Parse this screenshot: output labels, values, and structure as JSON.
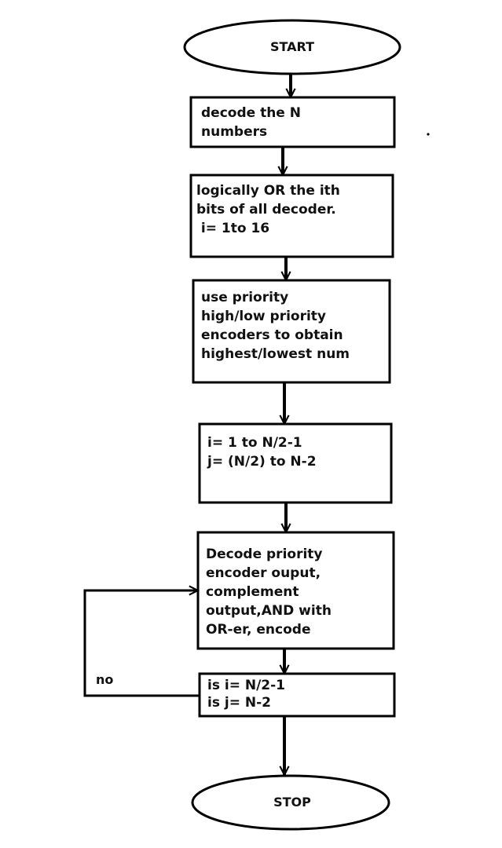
{
  "diagram": {
    "stroke_color": "#000000",
    "background": "#ffffff",
    "start": {
      "label": "START"
    },
    "stop": {
      "label": "STOP"
    },
    "steps": [
      {
        "id": "decode",
        "lines": [
          "decode the N",
          "numbers"
        ]
      },
      {
        "id": "or-bits",
        "lines": [
          "logically OR the ith",
          "bits of all decoder.",
          " i= 1to 16"
        ]
      },
      {
        "id": "priority",
        "lines": [
          "use priority",
          "high/low priority",
          "encoders to obtain",
          "highest/lowest num"
        ]
      },
      {
        "id": "init-ij",
        "lines": [
          "i= 1 to N/2-1",
          "j= (N/2) to N-2"
        ]
      },
      {
        "id": "decode-priority",
        "lines": [
          "Decode priority",
          "encoder ouput,",
          "complement",
          "output,AND with",
          "OR-er, encode"
        ]
      },
      {
        "id": "check",
        "lines": [
          "is i= N/2-1",
          "is j= N-2"
        ]
      }
    ],
    "loop_label": "no"
  }
}
